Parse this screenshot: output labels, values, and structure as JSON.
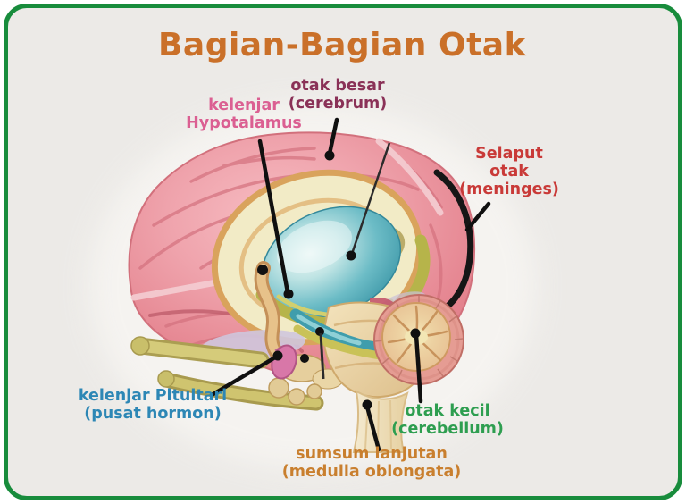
{
  "frame": {
    "border_color": "#188c3c",
    "background": "#eceae7",
    "page_background": "#ffffff"
  },
  "title": {
    "text": "Bagian-Bagian Otak",
    "color": "#ca7029"
  },
  "labels": [
    {
      "id": "cerebrum",
      "lines": [
        "otak besar",
        "(cerebrum)"
      ],
      "color": "#8a3157"
    },
    {
      "id": "hypothalamus",
      "lines": [
        "kelenjar",
        "Hypotalamus"
      ],
      "color": "#db5f92"
    },
    {
      "id": "meninges",
      "lines": [
        "Selaput",
        "otak",
        "(meninges)"
      ],
      "color": "#c93a38"
    },
    {
      "id": "pituitary",
      "lines": [
        "kelenjar Pituitari",
        "(pusat hormon)"
      ],
      "color": "#2d87b5"
    },
    {
      "id": "cerebellum",
      "lines": [
        "otak kecil",
        "(cerebellum)"
      ],
      "color": "#2e9e50"
    },
    {
      "id": "medulla",
      "lines": [
        "sumsum lanjutan",
        "(medulla oblongata)"
      ],
      "color": "#c97f2e"
    }
  ]
}
